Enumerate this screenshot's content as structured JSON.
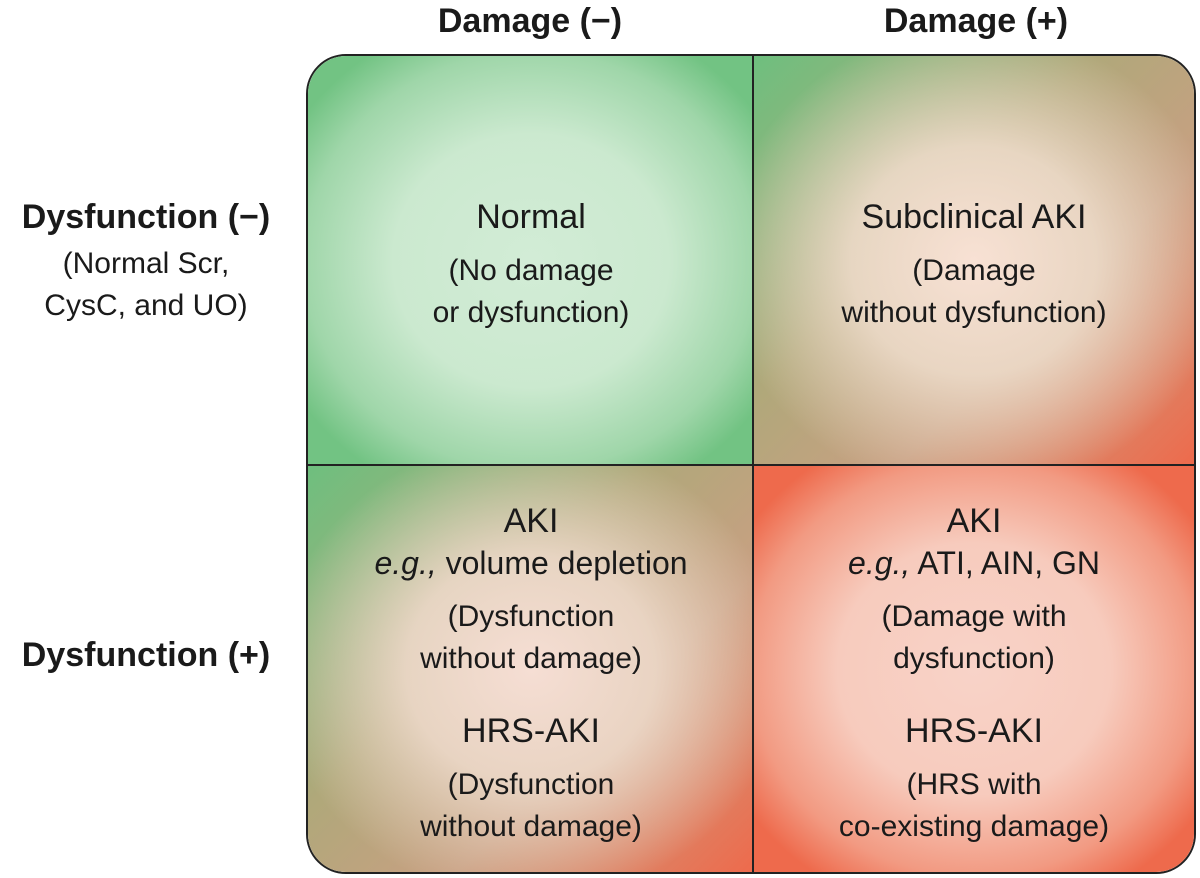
{
  "columns": {
    "damage_neg": "Damage (−)",
    "damage_pos": "Damage (+)"
  },
  "rows": {
    "dysfunction_neg": {
      "title": "Dysfunction (−)",
      "sub1": "(Normal Scr,",
      "sub2": "CysC, and UO)"
    },
    "dysfunction_pos": {
      "title": "Dysfunction (+)"
    }
  },
  "cells": {
    "top_left": {
      "title": "Normal",
      "desc1": "(No damage",
      "desc2": "or dysfunction)"
    },
    "top_right": {
      "title": "Subclinical AKI",
      "desc1": "(Damage",
      "desc2": "without dysfunction)"
    },
    "bottom_left": {
      "title": "AKI",
      "eg_prefix": "e.g.,",
      "eg_text": " volume depletion",
      "desc1": "(Dysfunction",
      "desc2": "without damage)",
      "title2": "HRS-AKI",
      "desc3": "(Dysfunction",
      "desc4": "without damage)"
    },
    "bottom_right": {
      "title": "AKI",
      "eg_prefix": "e.g.,",
      "eg_text": " ATI, AIN, GN",
      "desc1": "(Damage with",
      "desc2": "dysfunction)",
      "title2": "HRS-AKI",
      "desc3": "(HRS with",
      "desc4": "co-existing damage)"
    }
  },
  "colors": {
    "green": "#72c383",
    "red": "#ee6a4c",
    "border": "#222222"
  }
}
